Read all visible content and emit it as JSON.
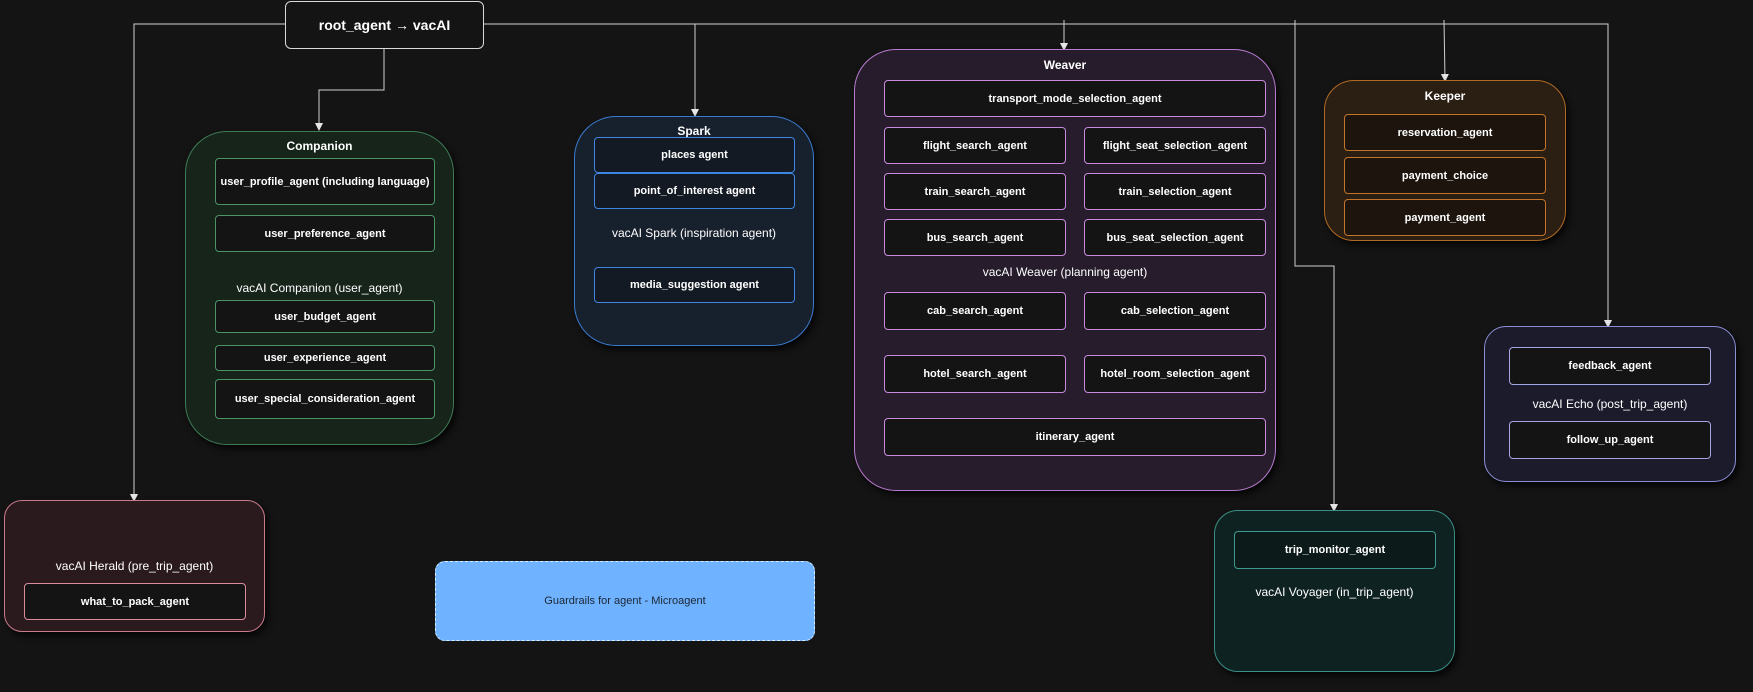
{
  "root": {
    "label": "root_agent → vacAI"
  },
  "companion": {
    "title": "Companion",
    "subtitle": "vacAI Companion (user_agent)",
    "agents": [
      "user_profile_agent (including language)",
      "user_preference_agent",
      "user_budget_agent",
      "user_experience_agent",
      "user_special_consideration_agent"
    ]
  },
  "spark": {
    "title": "Spark",
    "subtitle": "vacAI Spark (inspiration agent)",
    "agents": [
      "places agent",
      "point_of_interest agent",
      "media_suggestion agent"
    ]
  },
  "weaver": {
    "title": "Weaver",
    "subtitle": "vacAI Weaver (planning agent)",
    "agents": [
      "transport_mode_selection_agent",
      "flight_search_agent",
      "flight_seat_selection_agent",
      "train_search_agent",
      "train_selection_agent",
      "bus_search_agent",
      "bus_seat_selection_agent",
      "cab_search_agent",
      "cab_selection_agent",
      "hotel_search_agent",
      "hotel_room_selection_agent",
      "itinerary_agent"
    ]
  },
  "keeper": {
    "title": "Keeper",
    "agents": [
      "reservation_agent",
      "payment_choice",
      "payment_agent"
    ]
  },
  "echo": {
    "subtitle": "vacAI Echo (post_trip_agent)",
    "agents": [
      "feedback_agent",
      "follow_up_agent"
    ]
  },
  "voyager": {
    "subtitle": "vacAI Voyager (in_trip_agent)",
    "agents": [
      "trip_monitor_agent"
    ]
  },
  "herald": {
    "subtitle": "vacAI Herald (pre_trip_agent)",
    "agents": [
      "what_to_pack_agent"
    ]
  },
  "guardrails": {
    "label": "Guardrails for agent - Microagent"
  },
  "colors": {
    "background": "#141414",
    "companion": "#3f7a56",
    "spark": "#3b7bd0",
    "weaver": "#b87bd0",
    "keeper": "#b06a22",
    "echo": "#8d8fd6",
    "voyager": "#3b8f86",
    "herald": "#c97b8b",
    "guardrails": "#6fb2ff"
  }
}
